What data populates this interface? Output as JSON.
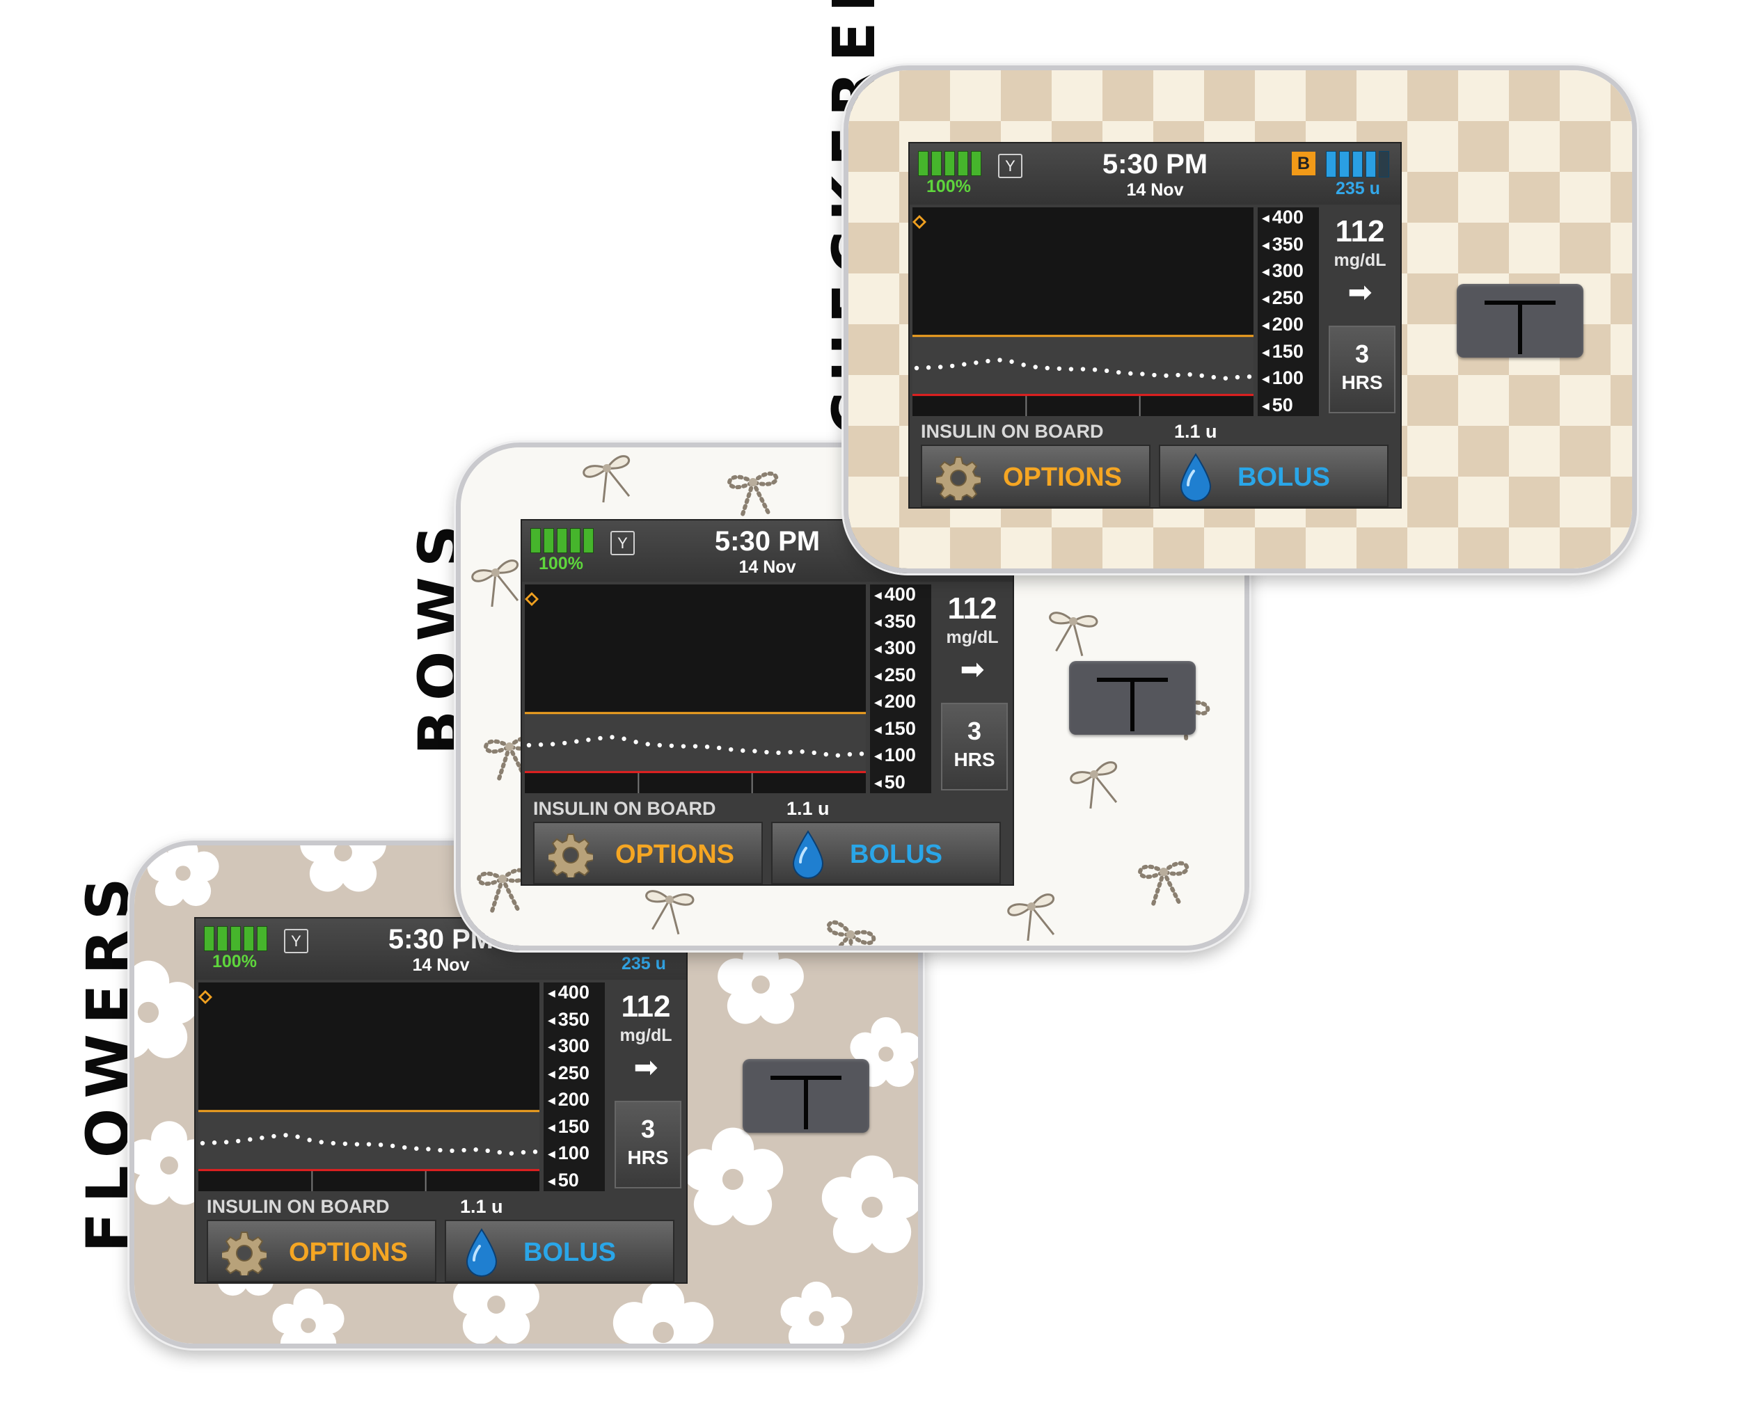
{
  "labels": {
    "checkered": "CHECKERED",
    "bows": "BOWS",
    "flowers": "FLOWERS"
  },
  "screen": {
    "battery_pct": "100%",
    "time": "5:30 PM",
    "date": "14 Nov",
    "bolus_badge": "B",
    "insulin_units": "235 u",
    "y_ticks": [
      "400",
      "350",
      "300",
      "250",
      "200",
      "150",
      "100",
      "50"
    ],
    "bg_value": "112",
    "bg_unit": "mg/dL",
    "trend_arrow": "➡",
    "hrs_value": "3",
    "hrs_label": "HRS",
    "iob_label": "INSULIN ON BOARD",
    "iob_value": "1.1 u",
    "options_label": "OPTIONS",
    "bolus_label": "BOLUS"
  },
  "colors": {
    "battery": "#46b52c",
    "reservoir": "#2a9fe3",
    "options": "#f5a623",
    "bolus": "#2aa6e8",
    "high_line": "#f0a020",
    "low_line": "#e02020"
  },
  "chart_data": {
    "type": "line",
    "ylim": [
      50,
      400
    ],
    "y_ticks": [
      400,
      350,
      300,
      250,
      200,
      150,
      100,
      50
    ],
    "high_threshold": 180,
    "low_threshold": 70,
    "series": [
      {
        "values": [
          120,
          121,
          122,
          124,
          127,
          130,
          133,
          135,
          132,
          126,
          122,
          120,
          119,
          118,
          118,
          117,
          115,
          112,
          110,
          109,
          107,
          106,
          107,
          108,
          106,
          103,
          101,
          103,
          104
        ]
      }
    ]
  }
}
